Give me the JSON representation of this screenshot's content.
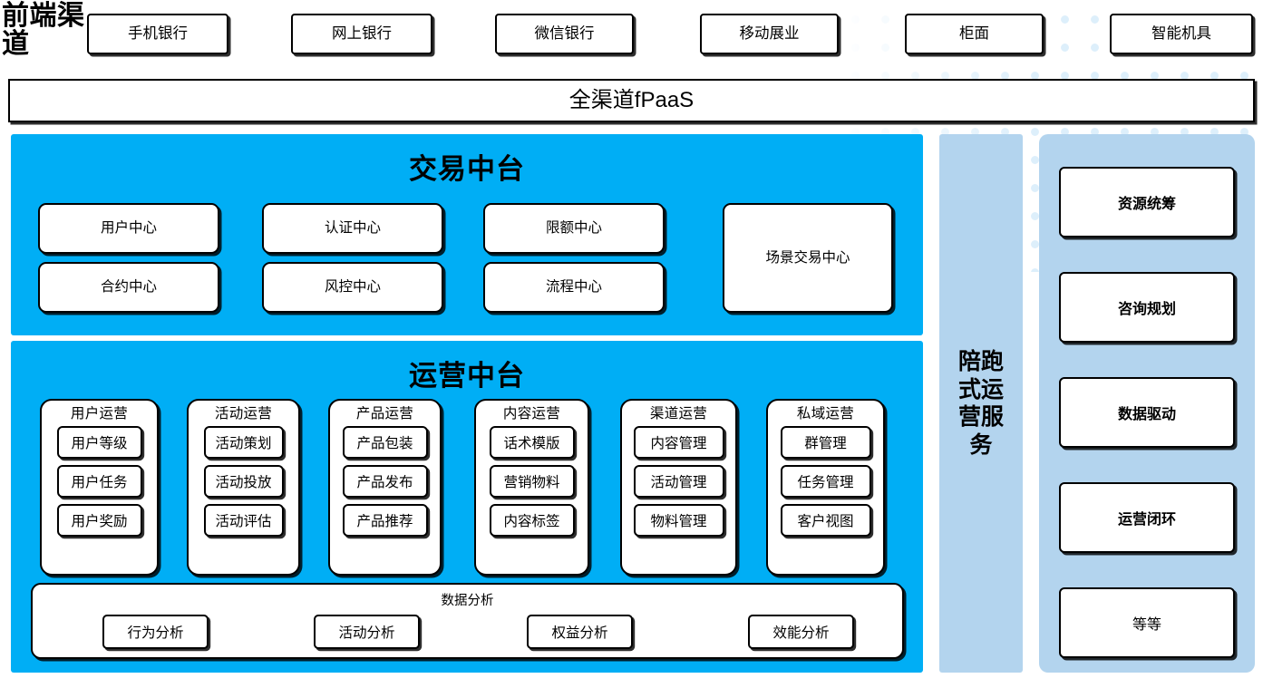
{
  "header": {
    "side_label": "前端渠道",
    "channels": [
      {
        "label": "手机银行"
      },
      {
        "label": "网上银行"
      },
      {
        "label": "微信银行"
      },
      {
        "label": "移动展业"
      },
      {
        "label": "柜面"
      },
      {
        "label": "智能机具"
      }
    ],
    "platform_bar": "全渠道fPaaS"
  },
  "trade_center": {
    "title": "交易中台",
    "cards": [
      {
        "label": "用户中心"
      },
      {
        "label": "认证中心"
      },
      {
        "label": "限额中心"
      },
      {
        "label": "合约中心"
      },
      {
        "label": "风控中心"
      },
      {
        "label": "流程中心"
      }
    ],
    "scene_card": "场景交易中心"
  },
  "operation_center": {
    "title": "运营中台",
    "columns": [
      {
        "title": "用户运营",
        "items": [
          "用户等级",
          "用户任务",
          "用户奖励"
        ]
      },
      {
        "title": "活动运营",
        "items": [
          "活动策划",
          "活动投放",
          "活动评估"
        ]
      },
      {
        "title": "产品运营",
        "items": [
          "产品包装",
          "产品发布",
          "产品推荐"
        ]
      },
      {
        "title": "内容运营",
        "items": [
          "话术模版",
          "营销物料",
          "内容标签"
        ]
      },
      {
        "title": "渠道运营",
        "items": [
          "内容管理",
          "活动管理",
          "物料管理"
        ]
      },
      {
        "title": "私域运营",
        "items": [
          "群管理",
          "任务管理",
          "客户视图"
        ]
      }
    ],
    "data_analysis": {
      "title": "数据分析",
      "items": [
        "行为分析",
        "活动分析",
        "权益分析",
        "效能分析"
      ]
    }
  },
  "service_column": {
    "label": "陪跑式运营服务"
  },
  "right_panel": {
    "items": [
      {
        "label": "资源统筹",
        "bold": true
      },
      {
        "label": "咨询规划",
        "bold": true
      },
      {
        "label": "数据驱动",
        "bold": true
      },
      {
        "label": "运营闭环",
        "bold": true
      },
      {
        "label": "等等",
        "bold": false
      }
    ]
  },
  "colors": {
    "accent_cyan": "#00aef5",
    "panel_light_blue": "#b3d4ee",
    "box_border": "#000000",
    "box_fill": "#ffffff",
    "dot_decor": "#ddeffb"
  }
}
